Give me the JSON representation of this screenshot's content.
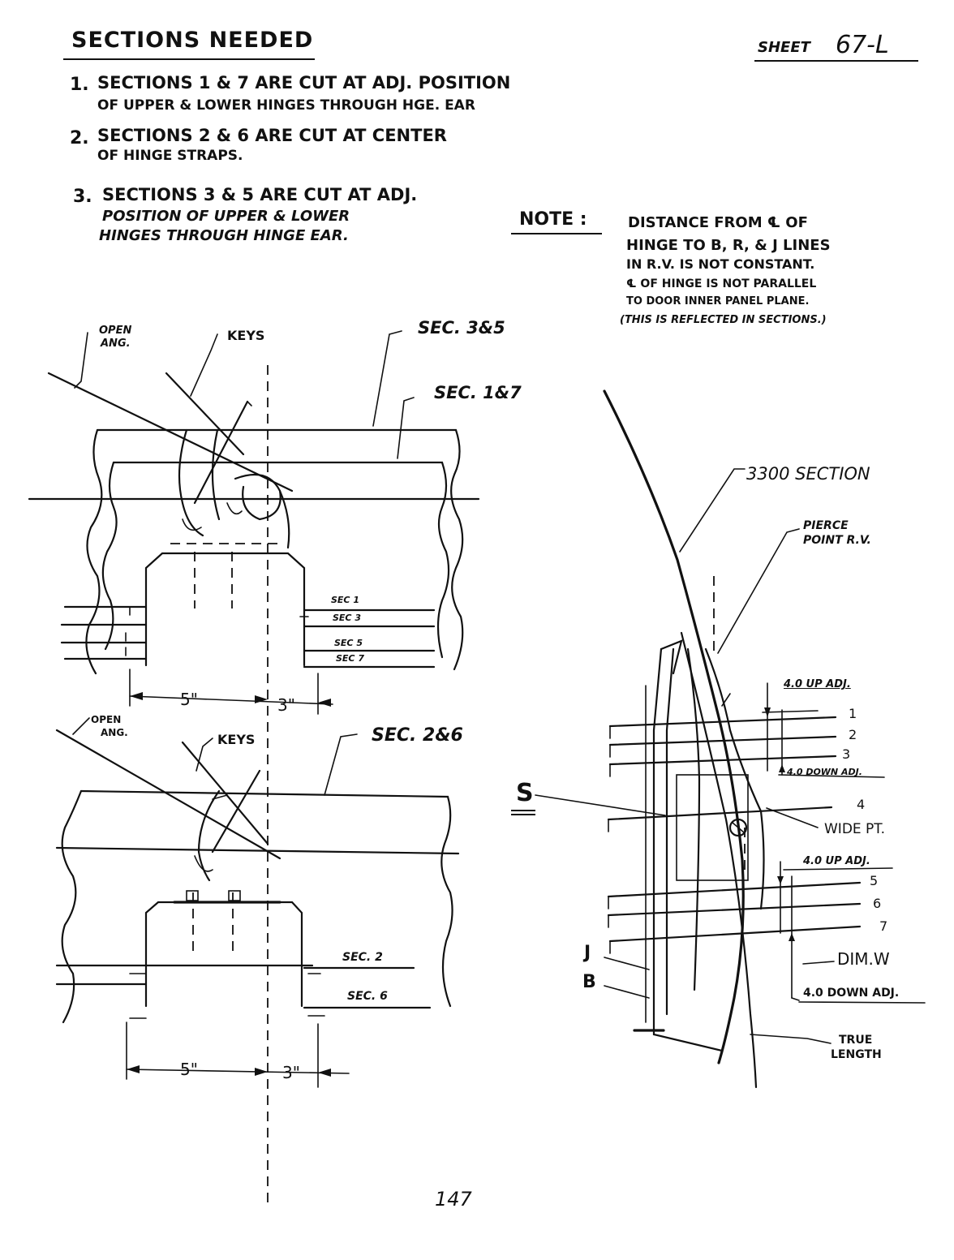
{
  "header": {
    "title": "SECTIONS NEEDED",
    "sheet_label": "SHEET",
    "sheet_number": "67-L"
  },
  "notes": [
    {
      "num": "1.",
      "line1": "SECTIONS 1 & 7 ARE CUT AT ADJ. POSITION",
      "line2": "OF UPPER & LOWER HINGES THROUGH HGE. EAR"
    },
    {
      "num": "2.",
      "line1": "SECTIONS 2 & 6 ARE CUT AT CENTER",
      "line2": "OF HINGE STRAPS."
    },
    {
      "num": "3.",
      "line1": "SECTIONS 3 & 5 ARE CUT AT ADJ.",
      "line2": "POSITION OF UPPER & LOWER",
      "line3": "HINGES THROUGH HINGE EAR."
    }
  ],
  "note_box": {
    "heading": "NOTE :",
    "lines": [
      "DISTANCE FROM ℄ OF",
      "HINGE TO B, R, & J LINES",
      "IN R.V. IS NOT CONSTANT.",
      "℄ OF HINGE IS NOT PARALLEL",
      "TO DOOR INNER PANEL PLANE.",
      "(THIS IS REFLECTED IN SECTIONS.)"
    ]
  },
  "upper_view": {
    "open_ang": [
      "OPEN",
      "ANG."
    ],
    "keys": "KEYS",
    "sec_35": "SEC. 3&5",
    "sec_17": "SEC. 1&7",
    "sec_labels": [
      "SEC 1",
      "SEC 3",
      "SEC 5",
      "SEC 7"
    ],
    "dim_left": "5\"",
    "dim_right": "3\""
  },
  "lower_view": {
    "open_ang": [
      "OPEN",
      "ANG."
    ],
    "keys": "KEYS",
    "sec_26": "SEC. 2&6",
    "sec_labels": [
      "SEC. 2",
      "SEC. 6"
    ],
    "dim_left": "5\"",
    "dim_right": "3\""
  },
  "right_view": {
    "section_3300": "3300 SECTION",
    "pierce_point": [
      "PIERCE",
      "POINT R.V."
    ],
    "up_adj_1": "4.0 UP ADJ.",
    "down_adj_1": "4.0 DOWN ADJ.",
    "up_adj_2": "4.0 UP ADJ.",
    "down_adj_2": "4.0 DOWN ADJ.",
    "numbers": [
      "1",
      "2",
      "3",
      "4",
      "5",
      "6",
      "7"
    ],
    "s_label": "S",
    "wide_pt": "WIDE PT.",
    "dim_w": "DIM.W",
    "j_label": "J",
    "b_label": "B",
    "true_length": [
      "TRUE",
      "LENGTH"
    ]
  },
  "page_number": "147"
}
